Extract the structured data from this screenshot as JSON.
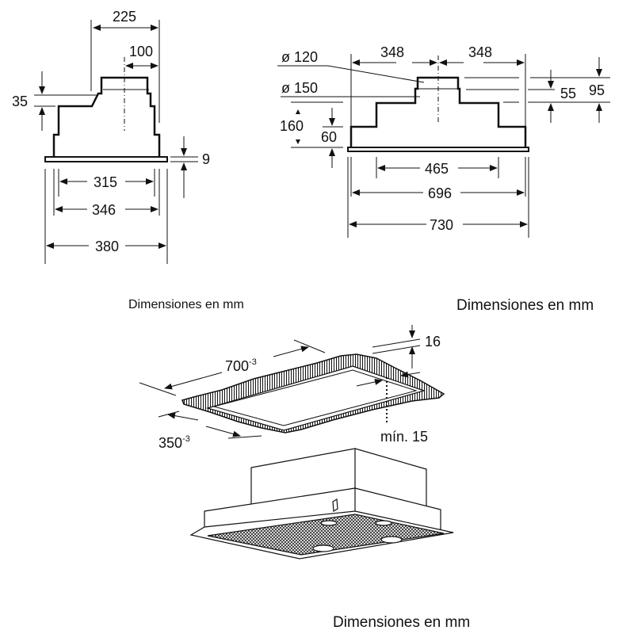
{
  "side_view": {
    "dims": {
      "depth_total": "225",
      "spigot_offset": "100",
      "step_height": "35",
      "flange_thickness": "9",
      "inner_width": "315",
      "body_width": "346",
      "flange_width": "380"
    },
    "caption": "Dimensiones en mm"
  },
  "front_view": {
    "dims": {
      "left_half": "348",
      "right_half": "348",
      "spigot_diameter_small": "ø 120",
      "spigot_diameter_large": "ø 150",
      "body_height": "160",
      "lower_body_height": "60",
      "spigot_short": "55",
      "spigot_total": "95",
      "top_width": "465",
      "body_width": "696",
      "flange_width": "730"
    },
    "caption": "Dimensiones en mm"
  },
  "cutout_view": {
    "dims": {
      "cutout_length": "700",
      "cutout_length_tol": "-3",
      "cutout_width": "350",
      "cutout_width_tol": "-3",
      "ceiling_thickness": "16",
      "min_clearance": "mín. 15"
    },
    "caption": "Dimensiones en mm"
  }
}
